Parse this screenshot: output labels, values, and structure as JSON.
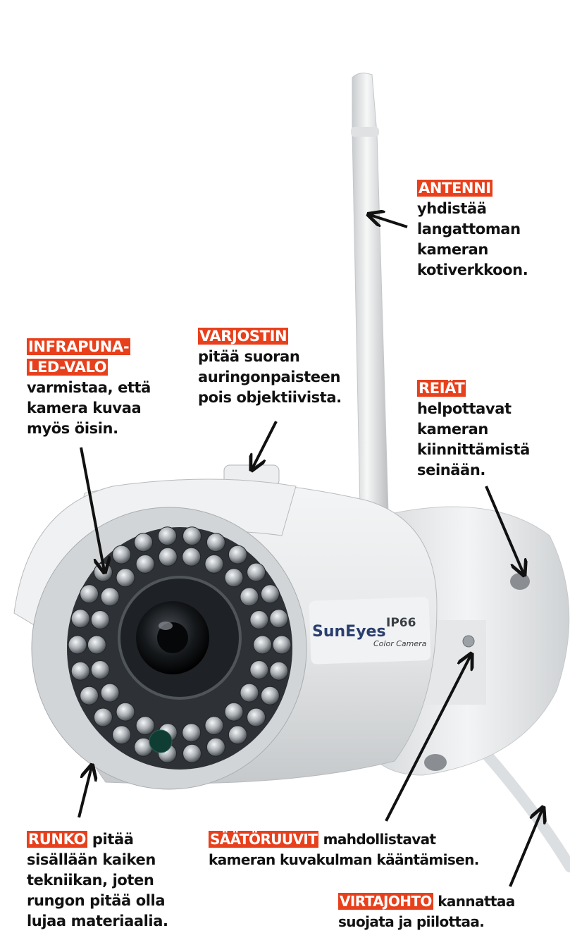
{
  "brand": {
    "logo_text": "SunEyes",
    "rating": "IP66",
    "model": "Color Camera"
  },
  "colors": {
    "tag_bg": "#e8401c",
    "tag_text": "#ffffff",
    "text": "#111111",
    "camera_body": "#e9ebec",
    "arrow": "#111111"
  },
  "labels": {
    "antenna": {
      "tag": "ANTENNI",
      "text": "yhdistää\nlangattoman\nkameran\nkotiverkkoon."
    },
    "ir_led": {
      "tag_line1": "INFRAPUNA-",
      "tag_line2": "LED-VALO",
      "text": "varmistaa, että\nkamera kuvaa\nmyös öisin."
    },
    "shade": {
      "tag": "VARJOSTIN",
      "text": "pitää suoran\nauringonpaisteen\npois objektiivista."
    },
    "holes": {
      "tag": "REIÄT",
      "text": "helpottavat\nkameran\nkiinnittämistä\nseinään."
    },
    "body": {
      "tag": "RUNKO",
      "text_first": " pitää",
      "text_rest": "sisällään kaiken\ntekniikan, joten\nrungon pitää olla\nlujaa materiaalia."
    },
    "screws": {
      "tag": "SÄÄTÖRUUVIT",
      "text_first": " mahdollistavat",
      "text_rest": "kameran kuvakulman kääntämisen."
    },
    "cable": {
      "tag": "VIRTAJOHTO",
      "text_first": " kannattaa",
      "text_rest": "suojata ja piilottaa."
    }
  }
}
